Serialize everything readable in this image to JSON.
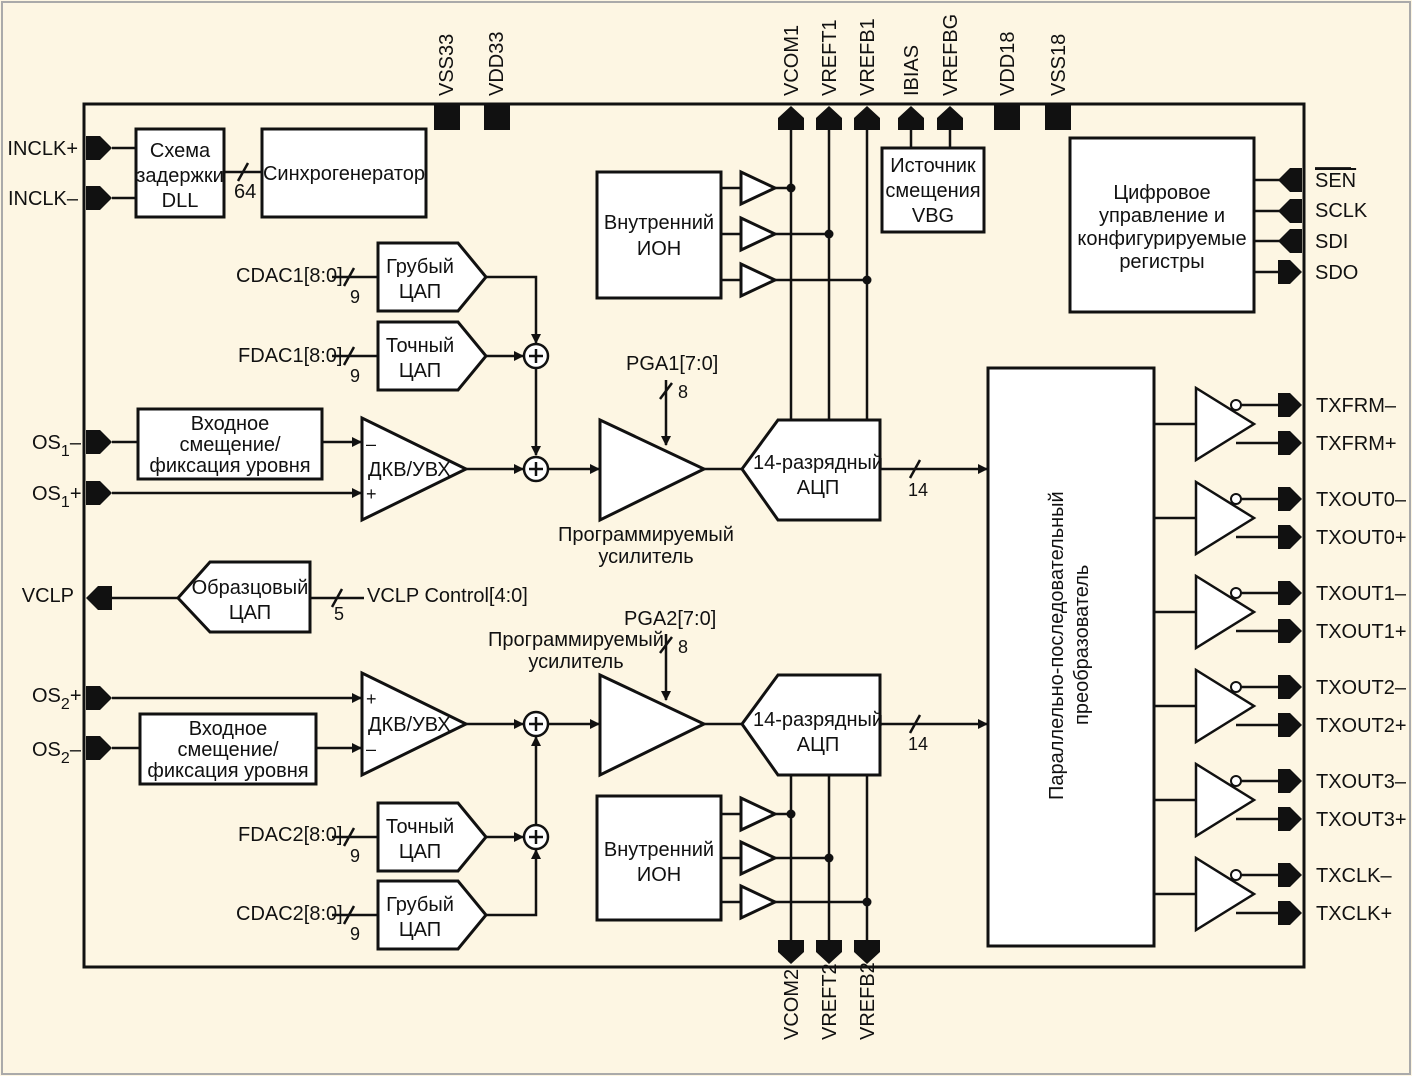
{
  "top_pins": [
    "VSS33",
    "VDD33",
    "VCOM1",
    "VREFT1",
    "VREFB1",
    "IBIAS",
    "VREFBG",
    "VDD18",
    "VSS18"
  ],
  "bottom_pins": [
    "VCOM2",
    "VREFT2",
    "VREFB2"
  ],
  "left_pins": {
    "inclk_p": "INCLK+",
    "inclk_n": "INCLK–",
    "os1_n_main": "OS",
    "os1_n_sub": "1",
    "os1_n_sign": "–",
    "os1_p_main": "OS",
    "os1_p_sub": "1",
    "os1_p_sign": "+",
    "vclp": "VCLP",
    "os2_p_main": "OS",
    "os2_p_sub": "2",
    "os2_p_sign": "+",
    "os2_n_main": "OS",
    "os2_n_sub": "2",
    "os2_n_sign": "–"
  },
  "right_pins": {
    "sen": "SEN",
    "sclk": "SCLK",
    "sdi": "SDI",
    "sdo": "SDO",
    "tx": [
      "TXFRM–",
      "TXFRM+",
      "TXOUT0–",
      "TXOUT0+",
      "TXOUT1–",
      "TXOUT1+",
      "TXOUT2–",
      "TXOUT2+",
      "TXOUT3–",
      "TXOUT3+",
      "TXCLK–",
      "TXCLK+"
    ]
  },
  "blocks": {
    "dll": [
      "Схема",
      "задержки",
      "DLL"
    ],
    "sync": "Синхрогенератор",
    "vref1": [
      "Внутренний",
      "ИОН"
    ],
    "vref2": [
      "Внутренний",
      "ИОН"
    ],
    "vbg": [
      "Источник",
      "смещения",
      "VBG"
    ],
    "digital": [
      "Цифровое",
      "управление и",
      "конфигурируемые",
      "регистры"
    ],
    "coarse_dac": [
      "Грубый",
      "ЦАП"
    ],
    "fine_dac": [
      "Точный",
      "ЦАП"
    ],
    "input_offset": [
      "Входное",
      "смещение/",
      "фиксация уровня"
    ],
    "cds": "ДКВ/УВХ",
    "pga_label": [
      "Программируемый",
      "усилитель"
    ],
    "adc": [
      "14-разрядный",
      "АЦП"
    ],
    "ref_dac": [
      "Образцовый",
      "ЦАП"
    ],
    "serializer": [
      "Параллельно-последовательный",
      "преобразователь"
    ]
  },
  "signals": {
    "cdac1": "CDAC1[8:0]",
    "fdac1": "FDAC1[8:0]",
    "cdac2": "CDAC2[8:0]",
    "fdac2": "FDAC2[8:0]",
    "pga1": "PGA1[7:0]",
    "pga2": "PGA2[7:0]",
    "vclp_ctrl": "VCLP Control[4:0]"
  },
  "bus_widths": {
    "dll": "64",
    "dac": "9",
    "pga": "8",
    "adc": "14",
    "vclp": "5"
  },
  "signs": {
    "minus": "–",
    "plus": "+"
  }
}
